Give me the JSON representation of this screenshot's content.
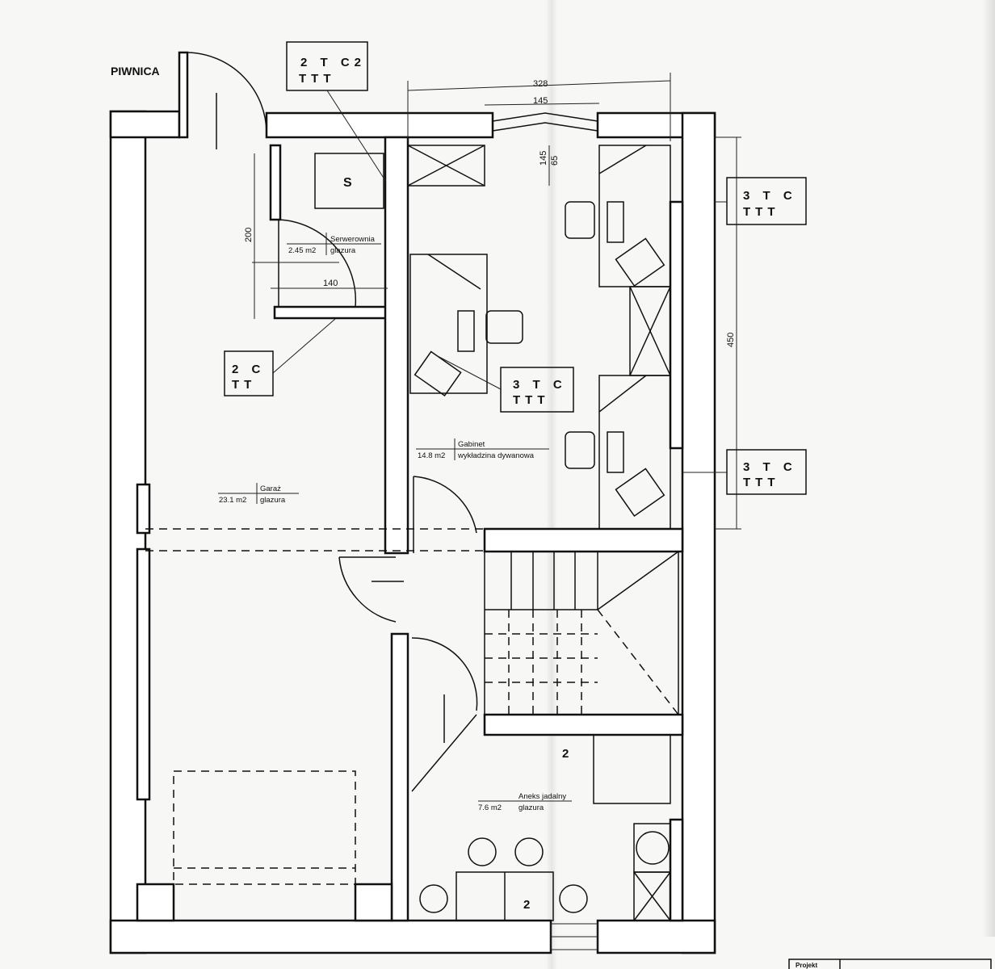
{
  "plan": {
    "level_title": "PIWNICA",
    "rooms": [
      {
        "name": "Serwerownia",
        "area": "2.45 m2",
        "floor": "glazura"
      },
      {
        "name": "Gabinet",
        "area": "14.8 m2",
        "floor": "wykładzina dywanowa"
      },
      {
        "name": "Garaż",
        "area": "23.1 m2",
        "floor": "glazura"
      },
      {
        "name": "Aneks jadalny",
        "area": "7.6 m2",
        "floor": "glazura"
      }
    ],
    "dimensions": {
      "top_total": "328",
      "window": "145",
      "sill_upper": "145",
      "sill_lower": "65",
      "right_height": "450",
      "server_height": "200",
      "server_width": "140"
    },
    "server_label": "S",
    "sockets": [
      "2 T C2",
      "3 T C",
      "2 C",
      "3 T C",
      "3 T C"
    ],
    "small_marks": [
      "2",
      "2"
    ],
    "title_block": {
      "label": "Projekt"
    }
  }
}
